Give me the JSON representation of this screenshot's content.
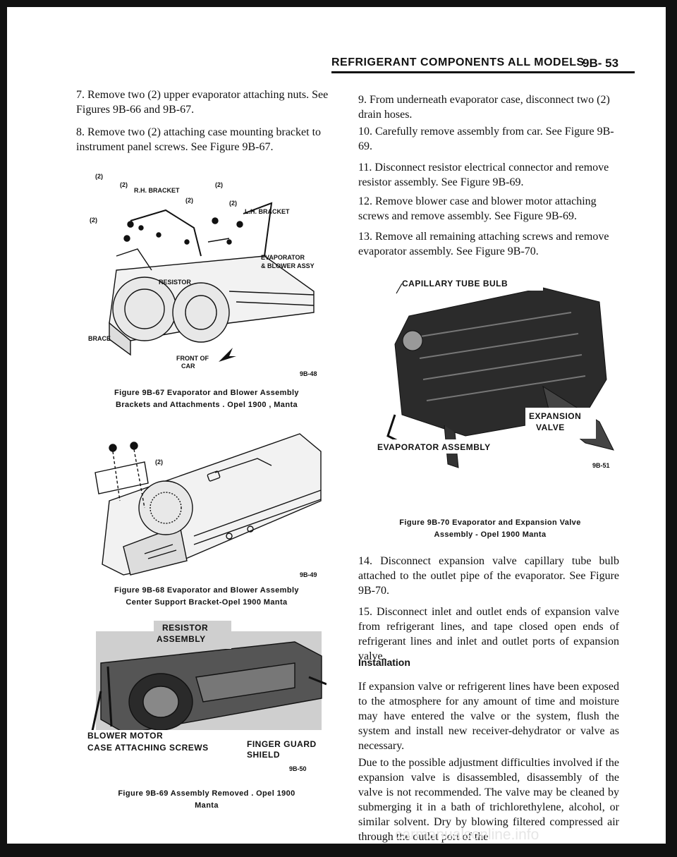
{
  "header": {
    "title": "REFRIGERANT COMPONENTS ALL MODELS",
    "page": "9B- 53"
  },
  "left_column": {
    "p7": "7. Remove two (2) upper evaporator attaching nuts. See Figures 9B-66 and 9B-67.",
    "p8": "8. Remove two (2) attaching case mounting bracket to instrument panel screws. See Figure 9B-67.",
    "fig67": {
      "labels": {
        "two_a": "(2)",
        "two_b": "(2)",
        "two_c": "(2)",
        "two_d": "(2)",
        "two_e": "(2)",
        "two_f": "(2)",
        "rh_bracket": "R.H. BRACKET",
        "lh_bracket": "L.H. BRACKET",
        "evap_1": "EVAPORATOR",
        "evap_2": "& BLOWER ASSY",
        "resistor": "RESISTOR",
        "brace": "BRACE",
        "front_1": "FRONT OF",
        "front_2": "CAR",
        "code": "9B-48"
      },
      "caption_1": "Figure 9B-67 Evaporator and Blower Assembly",
      "caption_2": "Brackets and Attachments . Opel 1900 , Manta"
    },
    "fig68": {
      "labels": {
        "two": "(2)",
        "code": "9B-49"
      },
      "caption_1": "Figure 9B-68 Evaporator and Blower Assembly",
      "caption_2": "Center Support Bracket-Opel 1900 Manta"
    },
    "fig69": {
      "labels": {
        "resistor_1": "RESISTOR",
        "resistor_2": "ASSEMBLY",
        "blower": "BLOWER MOTOR",
        "case": "CASE ATTACHING SCREWS",
        "finger_1": "FINGER GUARD",
        "finger_2": "SHIELD",
        "code": "9B-50"
      },
      "caption_1": "Figure 9B-69 Assembly Removed . Opel 1900",
      "caption_2": "Manta"
    }
  },
  "right_column": {
    "p9": "9. From underneath evaporator case, disconnect two (2) drain hoses.",
    "p10": "10. Carefully remove assembly from car. See Figure 9B- 69.",
    "p11": "11. Disconnect resistor electrical connector and remove resistor assembly. See Figure 9B-69.",
    "p12": "12. Remove blower case and blower motor attaching screws and remove assembly. See Figure 9B-69.",
    "p13": "13. Remove all remaining attaching screws and remove evaporator assembly. See Figure 9B-70.",
    "fig70": {
      "labels": {
        "capillary": "CAPILLARY TUBE BULB",
        "expansion_1": "EXPANSION",
        "expansion_2": "VALVE",
        "evap_assembly": "EVAPORATOR ASSEMBLY",
        "code": "9B-51"
      },
      "caption_1": "Figure 9B-70 Evaporator and Expansion Valve",
      "caption_2": "Assembly - Opel 1900 Manta"
    },
    "p14": "14. Disconnect expansion valve capillary tube bulb attached to the outlet pipe of the evaporator. See Figure 9B-70.",
    "p15": "15. Disconnect inlet and outlet ends of expansion valve from refrigerant lines, and tape closed open ends of refrigerant lines and inlet and outlet ports of expansion valve.",
    "installation_heading": "Installation",
    "inst_p1": "If expansion valve or refrigerent lines have been exposed to the atmosphere for any amount of time and moisture may have entered the valve or the system, flush the system and install new receiver-dehydrator or valve as necessary.",
    "inst_p2": "Due to the possible adjustment difficulties involved if the expansion valve is disassembled, disassembly of the valve is not recommended. The valve may be cleaned by submerging it in a bath of trichlorethylene, alcohol, or similar solvent. Dry by blowing filtered compressed air through the outlet port of the"
  },
  "watermark": "carmanualsonline.info"
}
